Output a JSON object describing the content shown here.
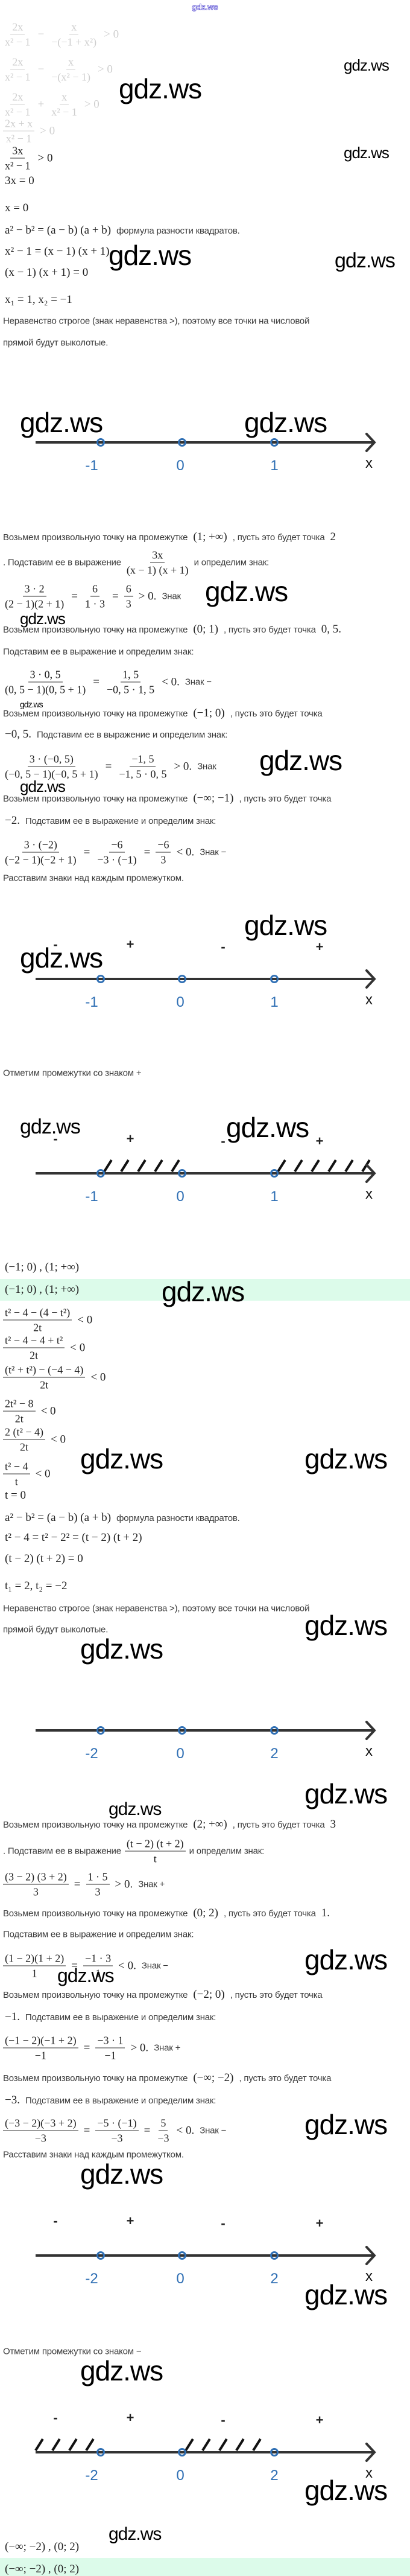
{
  "header": {
    "site": "gdz.ws"
  },
  "watermark_text": "gdz.ws",
  "blocks": [
    {
      "parts": [
        {
          "n": "2x",
          "d": "x² − 1"
        },
        {
          "m": "−"
        },
        {
          "n": "x",
          "d": "−(−1 + x²)"
        },
        {
          "m": "> 0"
        }
      ]
    },
    {
      "parts": [
        {
          "n": "2x",
          "d": "x² − 1"
        },
        {
          "m": "−"
        },
        {
          "n": "x",
          "d": "−(x² − 1)"
        },
        {
          "m": "> 0"
        }
      ]
    },
    {
      "parts": [
        {
          "n": "2x",
          "d": "x² − 1"
        },
        {
          "m": "+"
        },
        {
          "n": "x",
          "d": "x² − 1"
        },
        {
          "m": "> 0"
        }
      ]
    },
    {
      "parts": [
        {
          "n": "2x + x",
          "d": "x² − 1"
        },
        {
          "m": "> 0"
        }
      ]
    },
    {
      "parts": [
        {
          "n": "3x",
          "d": "x² − 1"
        },
        {
          "m": "> 0"
        }
      ]
    },
    {
      "parts": [
        {
          "m": "3x = 0"
        }
      ]
    },
    {
      "parts": [
        {
          "m": "x = 0"
        }
      ]
    },
    {
      "parts": [
        {
          "m": "a² − b² = (a − b) (a + b)"
        },
        {
          "t": "формула разности квадратов."
        }
      ]
    },
    {
      "parts": [
        {
          "m": "x² − 1 = (x − 1) (x + 1)"
        }
      ]
    },
    {
      "parts": [
        {
          "m": "(x − 1) (x + 1) = 0"
        }
      ]
    },
    {
      "parts": [
        {
          "m": "x₁ = 1,  x₂ = −1"
        }
      ]
    },
    {
      "parts": [
        {
          "t": "Неравенство строгое (знак неравенства >), поэтому все точки на числовой"
        }
      ]
    },
    {
      "parts": [
        {
          "t": "прямой будут выколотые."
        }
      ]
    },
    {
      "parts": [
        {
          "t": "Возьмем произвольную точку на промежутке"
        },
        {
          "m": "(1; +∞)"
        },
        {
          "t": ", пусть это будет точка"
        },
        {
          "m": "2"
        }
      ]
    },
    {
      "parts": [
        {
          "t": ". Подставим ее в выражение"
        },
        {
          "n": "3x",
          "d": "(x − 1) (x + 1)"
        },
        {
          "t": "и определим знак:"
        }
      ]
    },
    {
      "parts": [
        {
          "n": "3 · 2",
          "d": "(2 − 1)(2 + 1)"
        },
        {
          "m": "="
        },
        {
          "n": "6",
          "d": "1 · 3"
        },
        {
          "m": "="
        },
        {
          "n": "6",
          "d": "3"
        },
        {
          "m": "> 0."
        },
        {
          "t": "Знак"
        }
      ]
    },
    {
      "parts": [
        {
          "t": "Возьмем произвольную точку на промежутке"
        },
        {
          "m": "(0; 1)"
        },
        {
          "t": ", пусть это будет точка"
        },
        {
          "m": "0, 5."
        }
      ]
    },
    {
      "parts": [
        {
          "t": "Подставим ее в выражение и определим знак:"
        }
      ]
    },
    {
      "parts": [
        {
          "n": "3 · 0, 5",
          "d": "(0, 5 − 1)(0, 5 + 1)"
        },
        {
          "m": "="
        },
        {
          "n": "1, 5",
          "d": "−0, 5 · 1, 5"
        },
        {
          "m": "< 0."
        },
        {
          "t": "Знак −"
        }
      ]
    },
    {
      "parts": [
        {
          "t": "Возьмем произвольную точку на промежутке"
        },
        {
          "m": "(−1; 0)"
        },
        {
          "t": ", пусть это будет точка"
        }
      ]
    },
    {
      "parts": [
        {
          "m": "−0, 5."
        },
        {
          "t": "Подставим ее в выражение и определим знак:"
        }
      ]
    },
    {
      "parts": [
        {
          "n": "3 · (−0, 5)",
          "d": "(−0, 5 − 1)(−0, 5 + 1)"
        },
        {
          "m": "="
        },
        {
          "n": "−1, 5",
          "d": "−1, 5 · 0, 5"
        },
        {
          "m": "> 0."
        },
        {
          "t": "Знак"
        }
      ]
    },
    {
      "parts": [
        {
          "t": "Возьмем произвольную точку на промежутке"
        },
        {
          "m": "(−∞; −1)"
        },
        {
          "t": ", пусть это будет точка"
        }
      ]
    },
    {
      "parts": [
        {
          "m": "−2."
        },
        {
          "t": "Подставим ее в выражение и определим знак:"
        }
      ]
    },
    {
      "parts": [
        {
          "n": "3 · (−2)",
          "d": "(−2 − 1)(−2 + 1)"
        },
        {
          "m": "="
        },
        {
          "n": "−6",
          "d": "−3 · (−1)"
        },
        {
          "m": "="
        },
        {
          "n": "−6",
          "d": "3"
        },
        {
          "m": "< 0."
        },
        {
          "t": "Знак −"
        }
      ]
    },
    {
      "parts": [
        {
          "t": "Расставим знаки над каждым промежутком."
        }
      ]
    },
    {
      "parts": [
        {
          "t": "Отметим промежутки со знаком +"
        }
      ]
    },
    {
      "parts": [
        {
          "m": "(−1; 0) ,  (1; +∞)"
        }
      ]
    },
    {
      "parts": [
        {
          "m": "(−1; 0) ,  (1; +∞)"
        }
      ]
    },
    {
      "parts": [
        {
          "n": "t² − 4 − (4 − t²)",
          "d": "2t"
        },
        {
          "m": "< 0"
        }
      ]
    },
    {
      "parts": [
        {
          "n": "t² − 4 − 4 + t²",
          "d": "2t"
        },
        {
          "m": "< 0"
        }
      ]
    },
    {
      "parts": [
        {
          "n": "(t² + t²) − (−4 − 4)",
          "d": "2t"
        },
        {
          "m": "< 0"
        }
      ]
    },
    {
      "parts": [
        {
          "n": "2t² − 8",
          "d": "2t"
        },
        {
          "m": "< 0"
        }
      ]
    },
    {
      "parts": [
        {
          "n": "2 (t² − 4)",
          "d": "2t"
        },
        {
          "m": "< 0"
        }
      ]
    },
    {
      "parts": [
        {
          "n": "t² − 4",
          "d": "t"
        },
        {
          "m": "< 0"
        }
      ]
    },
    {
      "parts": [
        {
          "m": "t = 0"
        }
      ]
    },
    {
      "parts": [
        {
          "m": "a² − b² = (a − b) (a + b)"
        },
        {
          "t": "формула разности квадратов."
        }
      ]
    },
    {
      "parts": [
        {
          "m": "t² − 4 = t² − 2² = (t − 2) (t + 2)"
        }
      ]
    },
    {
      "parts": [
        {
          "m": "(t − 2) (t + 2) = 0"
        }
      ]
    },
    {
      "parts": [
        {
          "m": "t₁ = 2,  t₂ = −2"
        }
      ]
    },
    {
      "parts": [
        {
          "t": "Неравенство строгое (знак неравенства >), поэтому все точки на числовой"
        }
      ]
    },
    {
      "parts": [
        {
          "t": "прямой будут выколотые."
        }
      ]
    },
    {
      "parts": [
        {
          "t": "Возьмем произвольную точку на промежутке"
        },
        {
          "m": "(2; +∞)"
        },
        {
          "t": ", пусть это будет точка"
        },
        {
          "m": "3"
        }
      ]
    },
    {
      "parts": [
        {
          "t": ". Подставим ее в выражение"
        },
        {
          "n": "(t − 2) (t + 2)",
          "d": "t"
        },
        {
          "t": "и определим знак:"
        }
      ]
    },
    {
      "parts": [
        {
          "n": "(3 − 2) (3 + 2)",
          "d": "3"
        },
        {
          "m": "="
        },
        {
          "n": "1 · 5",
          "d": "3"
        },
        {
          "m": "> 0."
        },
        {
          "t": "Знак +"
        }
      ]
    },
    {
      "parts": [
        {
          "t": "Возьмем произвольную точку на промежутке"
        },
        {
          "m": "(0; 2)"
        },
        {
          "t": ", пусть это будет точка"
        },
        {
          "m": "1."
        }
      ]
    },
    {
      "parts": [
        {
          "t": "Подставим ее в выражение и определим знак:"
        }
      ]
    },
    {
      "parts": [
        {
          "n": "(1 − 2)(1 + 2)",
          "d": "1"
        },
        {
          "m": "="
        },
        {
          "n": "−1 · 3",
          "d": "1"
        },
        {
          "m": "< 0."
        },
        {
          "t": "Знак −"
        }
      ]
    },
    {
      "parts": [
        {
          "t": "Возьмем произвольную точку на промежутке"
        },
        {
          "m": "(−2; 0)"
        },
        {
          "t": ", пусть это будет точка"
        }
      ]
    },
    {
      "parts": [
        {
          "m": "−1."
        },
        {
          "t": "Подставим ее в выражение и определим знак:"
        }
      ]
    },
    {
      "parts": [
        {
          "n": "(−1 − 2)(−1 + 2)",
          "d": "−1"
        },
        {
          "m": "="
        },
        {
          "n": "−3 · 1",
          "d": "−1"
        },
        {
          "m": "> 0."
        },
        {
          "t": "Знак +"
        }
      ]
    },
    {
      "parts": [
        {
          "t": "Возьмем произвольную точку на промежутке"
        },
        {
          "m": "(−∞; −2)"
        },
        {
          "t": ", пусть это будет точка"
        }
      ]
    },
    {
      "parts": [
        {
          "m": "−3."
        },
        {
          "t": "Подставим ее в выражение и определим знак:"
        }
      ]
    },
    {
      "parts": [
        {
          "n": "(−3 − 2)(−3 + 2)",
          "d": "−3"
        },
        {
          "m": "="
        },
        {
          "n": "−5 · (−1)",
          "d": "−3"
        },
        {
          "m": "="
        },
        {
          "n": "5",
          "d": "−3"
        },
        {
          "m": "< 0."
        },
        {
          "t": "Знак −"
        }
      ]
    },
    {
      "parts": [
        {
          "t": "Расставим знаки над каждым промежутком."
        }
      ]
    },
    {
      "parts": [
        {
          "t": "Отметим промежутки со знаком −"
        }
      ]
    },
    {
      "parts": [
        {
          "m": "(−∞; −2) ,  (0; 2)"
        }
      ]
    },
    {
      "parts": [
        {
          "m": "(−∞; −2) ,  (0; 2)"
        }
      ]
    }
  ],
  "number_lines": [
    {
      "points": [
        "-1",
        "0",
        "1"
      ],
      "axis": "x",
      "signs": null,
      "shaded": []
    },
    {
      "points": [
        "-1",
        "0",
        "1"
      ],
      "axis": "x",
      "signs": [
        "-",
        "+",
        "-",
        "+"
      ],
      "shaded": []
    },
    {
      "points": [
        "-1",
        "0",
        "1"
      ],
      "axis": "x",
      "signs": [
        "-",
        "+",
        "-",
        "+"
      ],
      "shaded": [
        1,
        3
      ]
    },
    {
      "points": [
        "-2",
        "0",
        "2"
      ],
      "axis": "x",
      "signs": null,
      "shaded": []
    },
    {
      "points": [
        "-2",
        "0",
        "2"
      ],
      "axis": "x",
      "signs": [
        "-",
        "+",
        "-",
        "+"
      ],
      "shaded": []
    },
    {
      "points": [
        "-2",
        "0",
        "2"
      ],
      "axis": "x",
      "signs": [
        "-",
        "+",
        "-",
        "+"
      ],
      "shaded": [
        0,
        2
      ]
    }
  ],
  "colors": {
    "point": "#2f6fb4",
    "axis": "#333333",
    "answer_bg": "#dcfbea",
    "header": "#4a3fd0"
  }
}
